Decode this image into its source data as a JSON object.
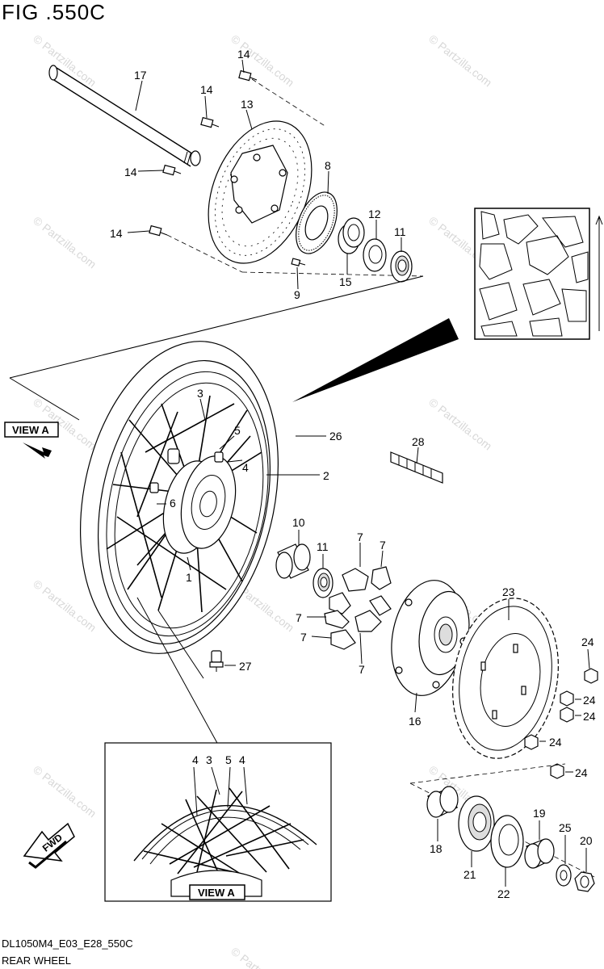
{
  "figure": {
    "title": "FIG .550C",
    "code": "DL1050M4_E03_E28_550C",
    "name": "REAR WHEEL"
  },
  "watermark": "© Partzilla.com",
  "view_label": "VIEW A",
  "fwd_label": "FWD",
  "callouts": {
    "c1": "1",
    "c2": "2",
    "c3": "3",
    "c4": "4",
    "c5": "5",
    "c6": "6",
    "c7a": "7",
    "c7b": "7",
    "c7c": "7",
    "c7d": "7",
    "c7e": "7",
    "c8": "8",
    "c9": "9",
    "c10": "10",
    "c11a": "11",
    "c11b": "11",
    "c12": "12",
    "c13": "13",
    "c14a": "14",
    "c14b": "14",
    "c14c": "14",
    "c14d": "14",
    "c15": "15",
    "c16": "16",
    "c17": "17",
    "c18": "18",
    "c19": "19",
    "c20": "20",
    "c21": "21",
    "c22": "22",
    "c23": "23",
    "c24a": "24",
    "c24b": "24",
    "c24c": "24",
    "c24d": "24",
    "c24e": "24",
    "c25": "25",
    "c26": "26",
    "c27": "27",
    "c28": "28",
    "v4a": "4",
    "v3": "3",
    "v5": "5",
    "v4b": "4"
  }
}
